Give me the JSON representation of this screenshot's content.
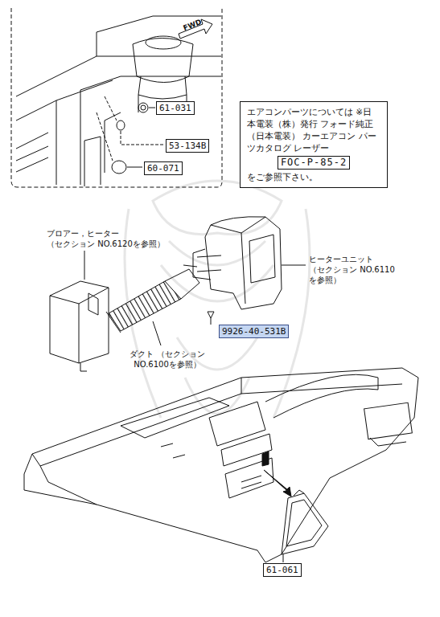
{
  "diagram": {
    "nodes": [
      {
        "text": [
          "61-031"
        ]
      },
      {
        "text": [
          "53-134B"
        ]
      },
      {
        "text": [
          "60-071"
        ]
      },
      {
        "text": [
          "エアコンパーツについては ※日本電装（株）発行 フォード純正（日本電装） カーエアコン パーツカタログ レーザー",
          "をご参照下さい。"
        ]
      },
      {
        "text": [
          "FOC-P-85-2"
        ],
        "in": 3
      },
      {
        "text": [
          "9926-40-531B"
        ]
      },
      {
        "text": [
          "61-061"
        ]
      }
    ],
    "labels": [
      "FWD",
      "ブロアー，ヒーター （セクション NO.6120を参照）",
      "ヒーターユニット （セクション NO.6110 を参照）",
      "ダクト （セクション NO.6100を参照）"
    ]
  }
}
